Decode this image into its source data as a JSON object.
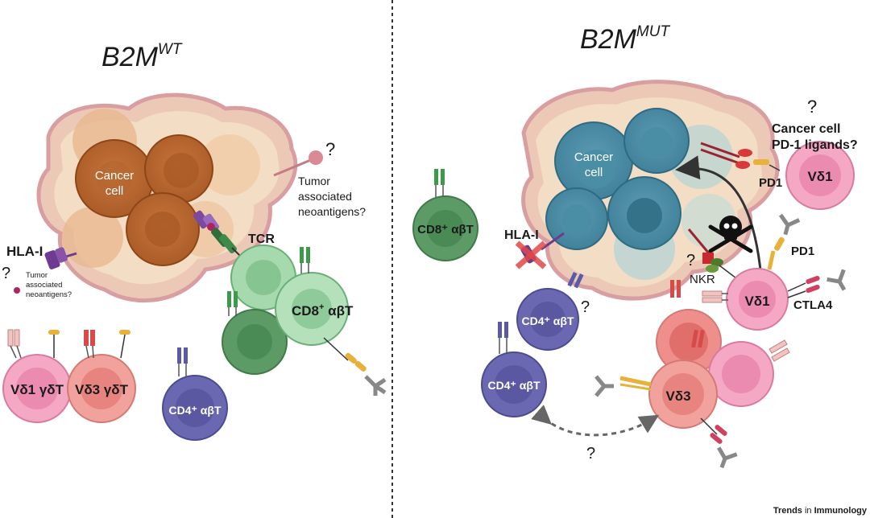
{
  "left_panel": {
    "title_base": "B2M",
    "title_sup": "WT",
    "cancer_cell_label_1": "Cancer",
    "cancer_cell_label_2": "cell",
    "neoantigen_q": "?",
    "neoantigen_label_1": "Tumor",
    "neoantigen_label_2": "associated",
    "neoantigen_label_3": "neoantigens?",
    "hla_label": "HLA-I",
    "small_q": "?",
    "small_neo_1": "Tumor",
    "small_neo_2": "associated",
    "small_neo_3": "neoantigens?",
    "tcr_label": "TCR",
    "cd8_label_pre": "CD8",
    "cd8_label_sup": "+",
    "cd8_label_post": " αβT",
    "vd1_label": "Vδ1 γδT",
    "vd3_label": "Vδ3 γδT",
    "cd4_label": "CD4⁺ αβT"
  },
  "right_panel": {
    "title_base": "B2M",
    "title_sup": "MUT",
    "cancer_cell_label_1": "Cancer",
    "cancer_cell_label_2": "cell",
    "cd8_label": "CD8⁺ αβT",
    "hla_label": "HLA-I",
    "pd1_ligands_q": "?",
    "pd1_ligands_1": "Cancer cell",
    "pd1_ligands_2": "PD-1 ligands?",
    "pd1_top": "PD1",
    "pd1_mid": "PD1",
    "vd1_top_label": "Vδ1",
    "vd1_mid_label": "Vδ1",
    "nkr_q": "?",
    "nkr_label": "NKR",
    "ctla4_label": "CTLA4",
    "cd4_top_label": "CD4⁺ αβT",
    "cd4_top_q": "?",
    "cd4_bottom_label": "CD4⁺ αβT",
    "vd3_label": "Vδ3",
    "bottom_q": "?"
  },
  "footer": {
    "journal_bold": "Trends",
    "journal_mid": " in ",
    "journal_name": "Immunology"
  }
}
